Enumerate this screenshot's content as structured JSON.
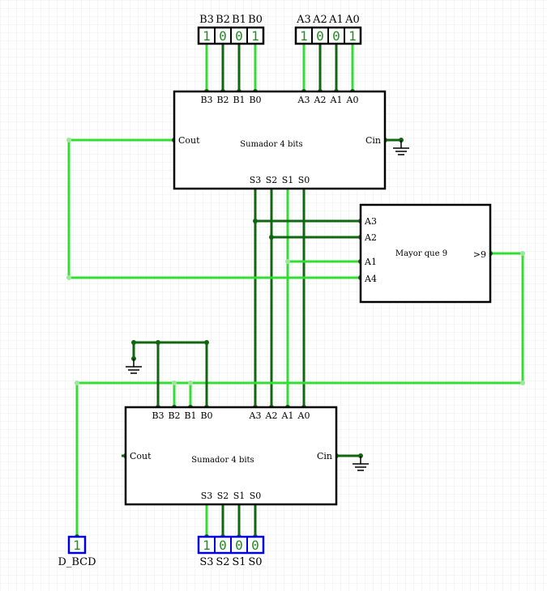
{
  "colors": {
    "wire_high": "#33dd33",
    "wire_low": "#116611",
    "input_border": "#000000",
    "output_border": "#0000dd",
    "bit_text": "#1f8f1f"
  },
  "inputs": {
    "B": {
      "labels": [
        "B3",
        "B2",
        "B1",
        "B0"
      ],
      "bits": [
        "1",
        "0",
        "0",
        "1"
      ]
    },
    "A": {
      "labels": [
        "A3",
        "A2",
        "A1",
        "A0"
      ],
      "bits": [
        "1",
        "0",
        "0",
        "1"
      ]
    }
  },
  "adder_top": {
    "title": "Sumador 4 bits",
    "b_pins": [
      "B3",
      "B2",
      "B1",
      "B0"
    ],
    "a_pins": [
      "A3",
      "A2",
      "A1",
      "A0"
    ],
    "s_pins": [
      "S3",
      "S2",
      "S1",
      "S0"
    ],
    "cout": "Cout",
    "cin": "Cin"
  },
  "comparator": {
    "title": "Mayor que 9",
    "pins": [
      "A3",
      "A2",
      "A1",
      "A4"
    ],
    "output": ">9"
  },
  "adder_bottom": {
    "title": "Sumador 4 bits",
    "b_pins": [
      "B3",
      "B2",
      "B1",
      "B0"
    ],
    "a_pins": [
      "A3",
      "A2",
      "A1",
      "A0"
    ],
    "s_pins": [
      "S3",
      "S2",
      "S1",
      "S0"
    ],
    "cout": "Cout",
    "cin": "Cin"
  },
  "outputs": {
    "S": {
      "labels": [
        "S3",
        "S2",
        "S1",
        "S0"
      ],
      "bits": [
        "1",
        "0",
        "0",
        "0"
      ]
    },
    "dbcd": {
      "label": "D_BCD",
      "bit": "1"
    }
  }
}
